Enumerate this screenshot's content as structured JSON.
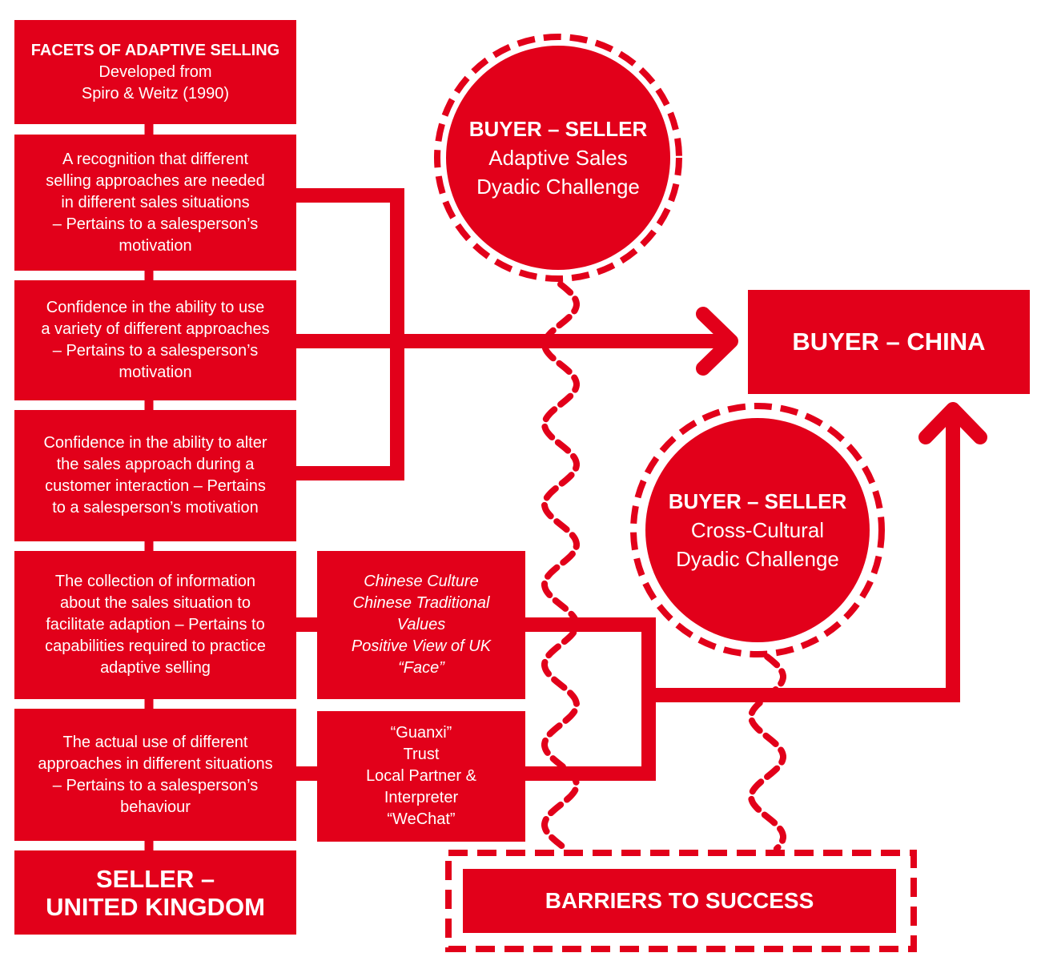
{
  "colors": {
    "accent": "#e2001a",
    "background": "#ffffff",
    "text_on_accent": "#ffffff"
  },
  "facets": {
    "header": {
      "title": "FACETS OF ADAPTIVE SELLING",
      "line2": "Developed from",
      "line3": "Spiro & Weitz (1990)"
    },
    "items": [
      {
        "lines": [
          "A recognition that different",
          "selling approaches are needed",
          "in different sales situations",
          "– Pertains to a salesperson’s",
          "motivation"
        ]
      },
      {
        "lines": [
          "Confidence in the ability to use",
          "a variety of different approaches",
          "– Pertains to a salesperson’s",
          "motivation"
        ]
      },
      {
        "lines": [
          "Confidence in the ability to alter",
          "the sales approach during a",
          "customer interaction – Pertains",
          "to a salesperson’s motivation"
        ]
      },
      {
        "lines": [
          "The collection of information",
          "about the sales situation to",
          "facilitate adaption – Pertains to",
          "capabilities required to practice",
          "adaptive selling"
        ]
      },
      {
        "lines": [
          "The actual use of different",
          "approaches in different situations",
          "– Pertains to a salesperson’s",
          "behaviour"
        ]
      }
    ],
    "seller": {
      "line1": "SELLER –",
      "line2": "UNITED KINGDOM"
    }
  },
  "culture_box": {
    "lines": [
      "Chinese Culture",
      "Chinese Traditional",
      "Values",
      "Positive View of UK",
      "“Face”"
    ]
  },
  "guanxi_box": {
    "lines": [
      "“Guanxi”",
      "Trust",
      "Local Partner &",
      "Interpreter",
      "“WeChat”"
    ]
  },
  "buyer_box": {
    "label": "BUYER – CHINA"
  },
  "circle_adaptive": {
    "title": "BUYER – SELLER",
    "line2": "Adaptive Sales",
    "line3": "Dyadic Challenge"
  },
  "circle_cross": {
    "title": "BUYER – SELLER",
    "line2": "Cross-Cultural",
    "line3": "Dyadic Challenge"
  },
  "barriers": {
    "label": "BARRIERS TO SUCCESS"
  }
}
